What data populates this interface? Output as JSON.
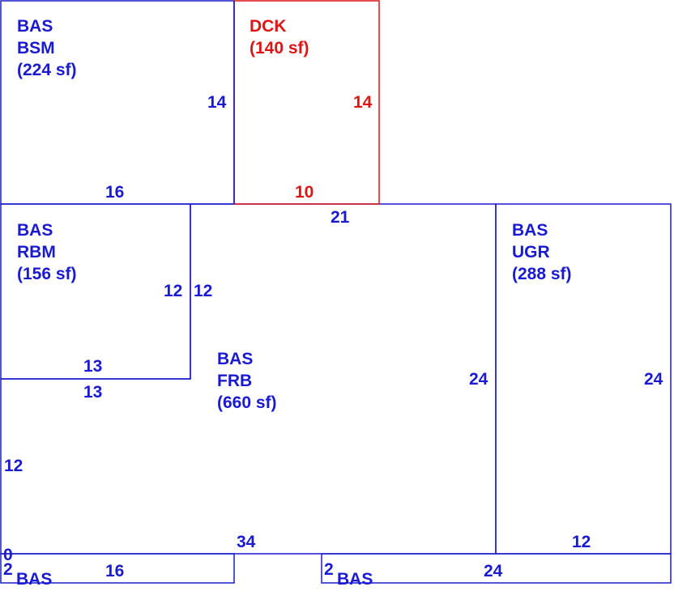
{
  "colors": {
    "primary": "#1a1ad0",
    "deck": "#dd1515",
    "background": "#ffffff"
  },
  "areas": {
    "bsm": {
      "code": "BAS",
      "sub": "BSM",
      "size": "(224 sf)"
    },
    "dck": {
      "code": "DCK",
      "size": "(140 sf)"
    },
    "rbm": {
      "code": "BAS",
      "sub": "RBM",
      "size": "(156 sf)"
    },
    "ugr": {
      "code": "BAS",
      "sub": "UGR",
      "size": "(288 sf)"
    },
    "frb": {
      "code": "BAS",
      "sub": "FRB",
      "size": "(660 sf)"
    },
    "bottom_left": {
      "code": "BAS"
    },
    "bottom_right": {
      "code": "BAS"
    }
  },
  "dimensions": {
    "bsm_right": "14",
    "bsm_bottom": "16",
    "dck_right": "14",
    "dck_bottom": "10",
    "frb_top": "21",
    "rbm_right_inner": "12",
    "rbm_right_outer": "12",
    "rbm_bottom_inner": "13",
    "rbm_bottom_outer": "13",
    "frb_left": "12",
    "frb_right": "24",
    "ugr_right": "24",
    "ugr_bottom": "12",
    "frb_bottom": "34",
    "zero_mark": "0",
    "bottom_left_side": "2",
    "bottom_left_len": "16",
    "bottom_right_side": "2",
    "bottom_right_len": "24"
  }
}
